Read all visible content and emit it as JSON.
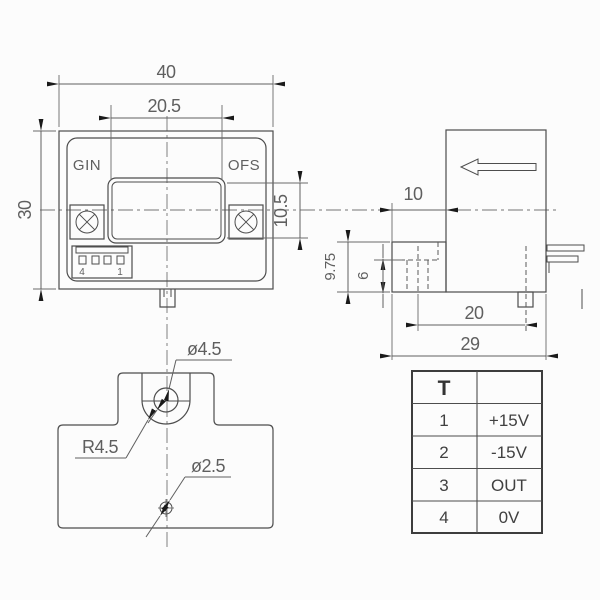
{
  "front_view": {
    "label_gain": "GIN",
    "label_offset": "OFS",
    "connector_pin_first": "4",
    "connector_pin_last": "1",
    "dim_overall_width": "40",
    "dim_window_width": "20.5",
    "dim_overall_height": "30",
    "dim_window_height": "10.5"
  },
  "side_view": {
    "dim_base_offset": "10",
    "dim_base_height": "9.75",
    "dim_step_height": "6",
    "dim_hole_to_tab": "20",
    "dim_overall_depth": "29"
  },
  "bottom_view": {
    "dim_hole_diameter": "ø4.5",
    "dim_slot_radius": "R4.5",
    "dim_small_hole_diameter": "ø2.5"
  },
  "pin_table": {
    "header": "T",
    "rows": [
      {
        "pin": "1",
        "signal": "+15V"
      },
      {
        "pin": "2",
        "signal": "-15V"
      },
      {
        "pin": "3",
        "signal": "OUT"
      },
      {
        "pin": "4",
        "signal": "0V"
      }
    ]
  },
  "colors": {
    "line": "#4d4d4d",
    "dim_text": "#5f5f5f",
    "table_text": "#404040",
    "arrow": "#1a1a1a",
    "background": "#fcfcfc"
  }
}
